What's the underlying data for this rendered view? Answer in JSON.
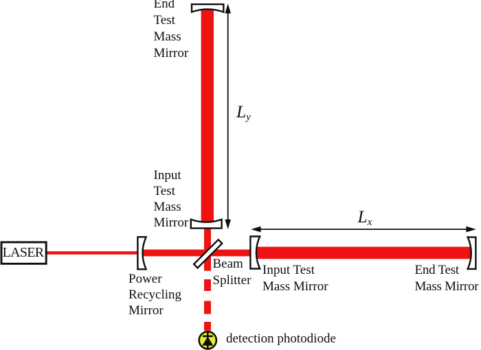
{
  "diagram_type": "michelson-interferometer-schematic",
  "colors": {
    "beam_red": "#ee1212",
    "photodiode_yellow": "#e9ee2b",
    "outline_black": "#0e0e0e",
    "background": "#ffffff"
  },
  "labels": {
    "laser": "LASER",
    "end_test_mass_mirror_y": {
      "lines": [
        "End",
        "Test",
        "Mass",
        "Mirror"
      ]
    },
    "input_test_mass_mirror_y": {
      "lines": [
        "Input",
        "Test",
        "Mass",
        "Mirror"
      ]
    },
    "power_recycling_mirror": {
      "lines": [
        "Power",
        "Recycling",
        "Mirror"
      ]
    },
    "beam_splitter": {
      "lines": [
        "Beam",
        "Splitter"
      ]
    },
    "input_test_mass_mirror_x": {
      "lines": [
        "Input Test",
        "Mass Mirror"
      ]
    },
    "end_test_mass_mirror_x": {
      "lines": [
        "End Test",
        "Mass Mirror"
      ]
    },
    "detection_photodiode": "detection photodiode",
    "arm_length_y": {
      "base": "L",
      "subscript": "y"
    },
    "arm_length_x": {
      "base": "L",
      "subscript": "x"
    }
  }
}
